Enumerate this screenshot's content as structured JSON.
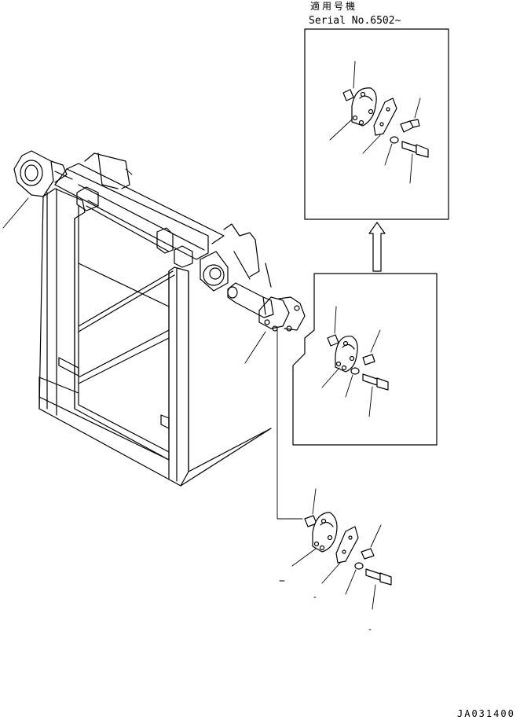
{
  "header": {
    "applicable_label": "適用号機",
    "serial_label": "Serial No.6502~"
  },
  "footer": {
    "drawing_code": "JA031400"
  }
}
